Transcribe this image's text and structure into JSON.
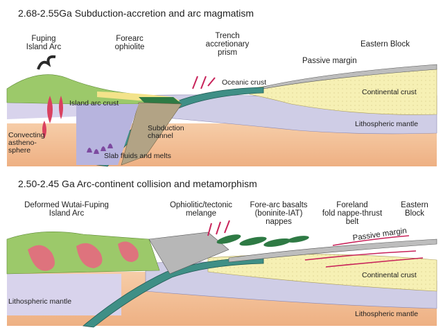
{
  "panel_top": {
    "title": "2.68-2.55Ga Subduction-accretion and arc magmatism",
    "labels": {
      "fuping_1": "Fuping",
      "fuping_2": "Island Arc",
      "forearc_1": "Forearc",
      "forearc_2": "ophiolite",
      "trench_1": "Trench",
      "trench_2": "accretionary",
      "trench_3": "prism",
      "eastern_block": "Eastern Block",
      "passive_margin": "Passive margin",
      "oceanic_crust": "Oceanic crust",
      "island_arc_crust": "Island arc crust",
      "continental_crust": "Continental crust",
      "lithospheric_mantle": "Lithospheric mantle",
      "convecting_1": "Convecting",
      "convecting_2": "astheno-",
      "convecting_3": "sphere",
      "subduction_1": "Subduction",
      "subduction_2": "channel",
      "slab_fluids": "Slab fluids and melts"
    }
  },
  "panel_bottom": {
    "title": "2.50-2.45 Ga Arc-continent collision and metamorphism",
    "labels": {
      "deformed_1": "Deformed Wutai-Fuping",
      "deformed_2": "Island Arc",
      "ophiolitic_1": "Ophiolitic/tectonic",
      "ophiolitic_2": "melange",
      "forearc_basalts_1": "Fore-arc basalts",
      "forearc_basalts_2": "(boninite-IAT)",
      "forearc_basalts_3": "nappes",
      "foreland_1": "Foreland",
      "foreland_2": "fold nappe-thrust",
      "foreland_3": "belt",
      "eastern_1": "Eastern",
      "eastern_2": "Block",
      "passive_margin": "Passive margin",
      "continental_crust": "Continental crust",
      "lithospheric_mantle_left": "Lithospheric mantle",
      "lithospheric_mantle_right": "Lithospheric mantle"
    }
  },
  "colors": {
    "arc_crust": "#9cc96a",
    "oceanic_crust": "#3f8f86",
    "lith_mantle": "#cfcde6",
    "asthenosphere": "#f3c19a",
    "continental_crust": "#f6f0b4",
    "melts": "#d9415f",
    "ophiolite": "#b2a385",
    "sediment": "#f3e38a"
  }
}
